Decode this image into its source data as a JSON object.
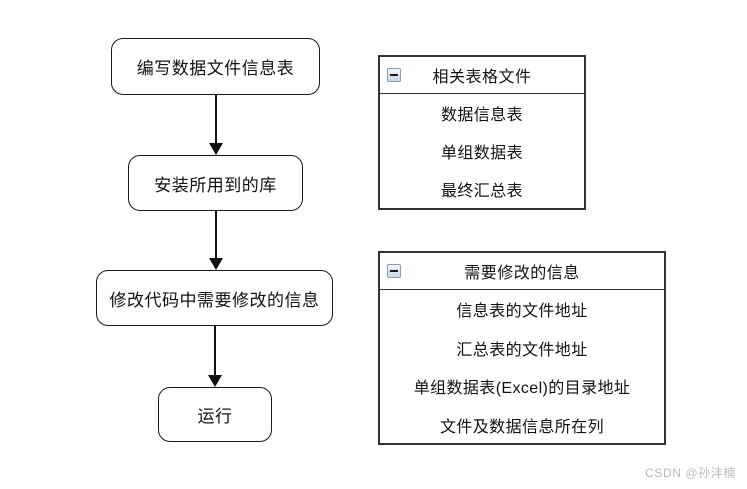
{
  "diagram": {
    "flow": {
      "nodes": [
        {
          "label": "编写数据文件信息表"
        },
        {
          "label": "安装所用到的库"
        },
        {
          "label": "修改代码中需要修改的信息"
        },
        {
          "label": "运行"
        }
      ],
      "connectors": [
        {
          "from": "编写数据文件信息表",
          "to": "安装所用到的库",
          "icon": "arrow-down-icon"
        },
        {
          "from": "安装所用到的库",
          "to": "修改代码中需要修改的信息",
          "icon": "arrow-down-icon"
        },
        {
          "from": "修改代码中需要修改的信息",
          "to": "运行",
          "icon": "arrow-down-icon"
        }
      ]
    },
    "panels": [
      {
        "title": "相关表格文件",
        "collapse_icon": "minus-box-icon",
        "rows": [
          "数据信息表",
          "单组数据表",
          "最终汇总表"
        ]
      },
      {
        "title": "需要修改的信息",
        "collapse_icon": "minus-box-icon",
        "rows": [
          "信息表的文件地址",
          "汇总表的文件地址",
          "单组数据表(Excel)的目录地址",
          "文件及数据信息所在列"
        ]
      }
    ]
  },
  "watermark": {
    "text": "CSDN @孙沣楠"
  },
  "colors": {
    "node_border": "#1a1a1a",
    "panel_border": "#333333",
    "text": "#111111",
    "background": "#ffffff",
    "watermark": "#b9b9b9"
  }
}
